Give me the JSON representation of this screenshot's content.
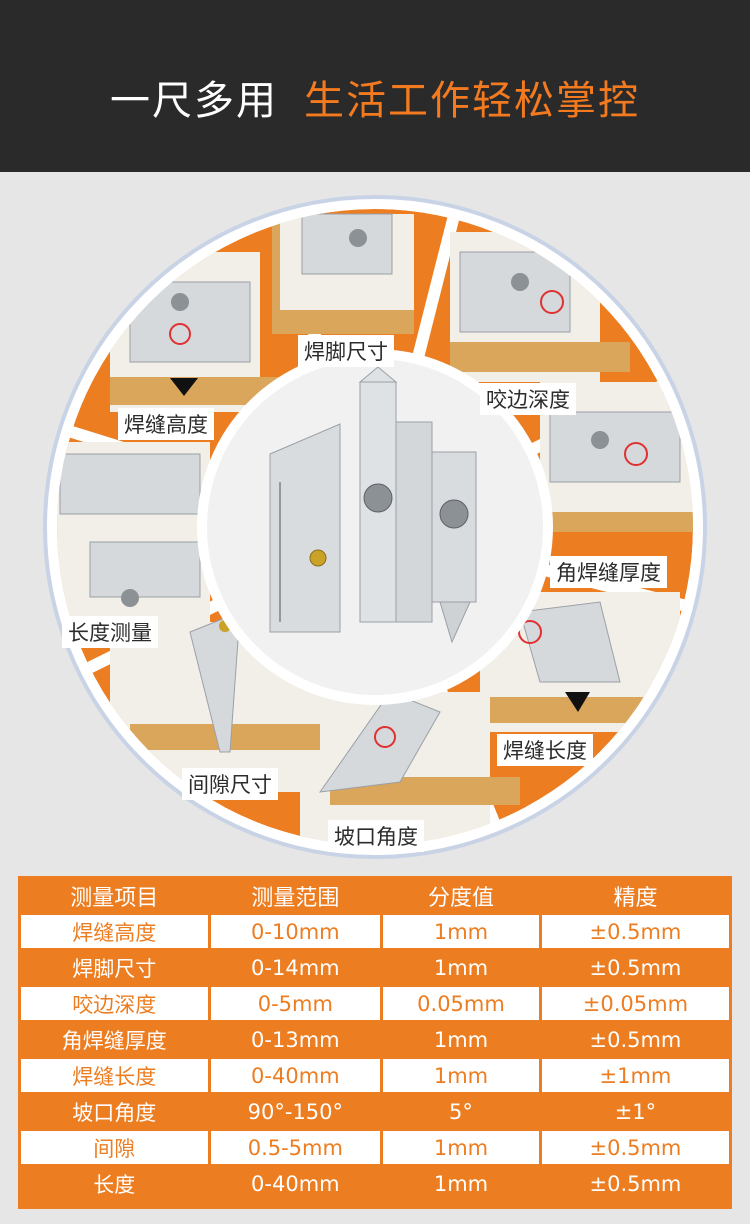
{
  "banner": {
    "title_white": "一尺多用",
    "title_orange": "生活工作轻松掌控"
  },
  "wheel": {
    "labels": [
      "焊脚尺寸",
      "咬边深度",
      "角焊缝厚度",
      "焊缝长度",
      "坡口角度",
      "间隙尺寸",
      "长度测量",
      "焊缝高度"
    ]
  },
  "table": {
    "headers": [
      "测量项目",
      "测量范围",
      "分度值",
      "精度"
    ],
    "rows": [
      [
        "焊缝高度",
        "0-10mm",
        "1mm",
        "±0.5mm"
      ],
      [
        "焊脚尺寸",
        "0-14mm",
        "1mm",
        "±0.5mm"
      ],
      [
        "咬边深度",
        "0-5mm",
        "0.05mm",
        "±0.05mm"
      ],
      [
        "角焊缝厚度",
        "0-13mm",
        "1mm",
        "±0.5mm"
      ],
      [
        "焊缝长度",
        "0-40mm",
        "1mm",
        "±1mm"
      ],
      [
        "坡口角度",
        "90°-150°",
        "5°",
        "±1°"
      ],
      [
        "间隙",
        "0.5-5mm",
        "1mm",
        "±0.5mm"
      ],
      [
        "长度",
        "0-40mm",
        "1mm",
        "±0.5mm"
      ]
    ]
  },
  "colors": {
    "accent": "#ed7d21",
    "banner": "#2a2a2a",
    "wood": "#d9a65c",
    "steel": "#d9dcdf"
  }
}
